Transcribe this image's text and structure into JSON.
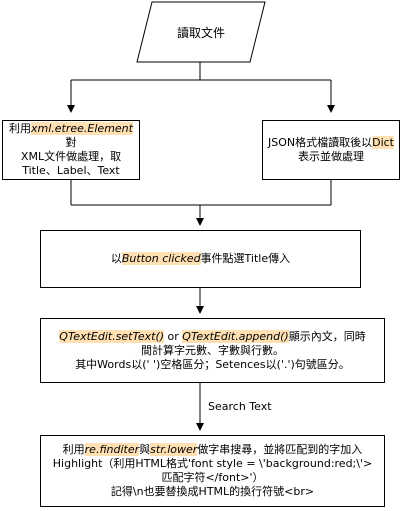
{
  "nodes": {
    "read_file": {
      "text": "讀取文件"
    },
    "xml": {
      "line1_pre": "利用",
      "line1_hl": "xml.etree.Element",
      "line1_post": "對",
      "line2": "XML文件做處理，取",
      "line3": "Title、Label、Text"
    },
    "json": {
      "line1_pre": "JSON格式檔讀取後以",
      "line1_hl": "Dict",
      "line2": "表示並做處理"
    },
    "button": {
      "pre": "以",
      "hl": "Button clicked",
      "post": "事件點選Title傳入"
    },
    "qtext": {
      "hl1": "QTextEdit.setText()",
      "mid": " or ",
      "hl2": "QTextEdit.append()",
      "post1": "顯示內文，同時",
      "line2": "間計算字元數、字數與行數。",
      "line3": "其中Words以(' ')空格區分；Setences以('.')句號區分。"
    },
    "search": {
      "pre": "利用",
      "hl1": "re.finditer",
      "mid": "與",
      "hl2": "str.lower",
      "post1": "做字串搜尋，並將匹配到的字加入",
      "line2": "Highlight（利用HTML格式'font style = \\'background:red;\\'>",
      "line3": "匹配字符</font>'）",
      "line4": "記得\\n也要替換成HTML的換行符號<br>"
    }
  },
  "edges": {
    "search_text_label": "Search Text"
  },
  "colors": {
    "highlight": "#ffe0b2",
    "stroke": "#000000"
  }
}
